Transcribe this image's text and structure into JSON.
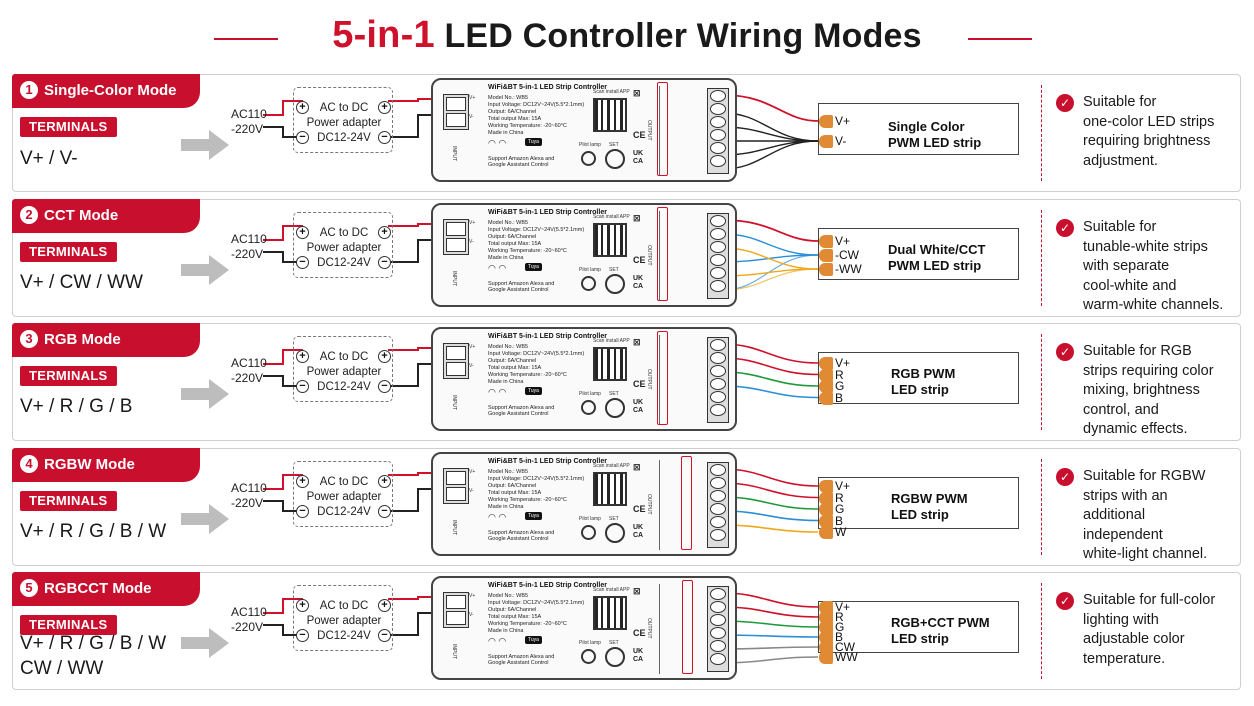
{
  "title": {
    "accent": "5-in-1",
    "rest": "LED Controller Wiring Modes"
  },
  "colors": {
    "brand_red": "#c8102e",
    "pin_orange": "#e08a33",
    "wire_red": "#d0112b",
    "wire_black": "#222222",
    "wire_green": "#1f9a3b",
    "wire_blue": "#2a8fd6",
    "wire_yellow": "#f0a81c",
    "wire_gray": "#888888"
  },
  "common": {
    "terminals_label": "TERMINALS",
    "ac_label_1": "AC110",
    "ac_label_2": "-220V",
    "adapter_line1": "AC to DC",
    "adapter_line2": "Power adapter",
    "adapter_line3": "DC12-24V",
    "plus": "+",
    "minus": "−",
    "ctrl_title": "WiFi&BT 5-in-1 LED Strip Controller",
    "ctrl_model": "Model No.: WB5",
    "ctrl_input": "Input Voltage: DC12V~24V(5.5*2.1mm)",
    "ctrl_output": "Output: 6A/Channel",
    "ctrl_total": "Total output Max: 15A",
    "ctrl_temp": "Working Temperature: -20~60°C",
    "ctrl_made": "Made in China",
    "ctrl_alexa": "Support Amazon Alexa and Google Assistant Control",
    "ctrl_scan": "Scan install APP",
    "ctrl_pilot": "Pilot lamp",
    "ctrl_set": "SET",
    "ctrl_tuya": "Tuya",
    "ctrl_input_label": "INPUT",
    "ctrl_output_label": "OUTPUT",
    "ctrl_ce": "CE",
    "ctrl_ukca": "UK CA",
    "ctrl_vplus": "V+",
    "ctrl_vminus": "V-",
    "check_icon": "check-circle-icon"
  },
  "modes": [
    {
      "number": "1",
      "name": "Single-Color Mode",
      "terminals": [
        "V+ /  V-"
      ],
      "pins": [
        "V+",
        "V-"
      ],
      "strip_name": [
        "Single Color",
        "PWM LED strip"
      ],
      "description": [
        "Suitable for",
        "one-color LED strips",
        "requiring brightness",
        "adjustment."
      ]
    },
    {
      "number": "2",
      "name": "CCT Mode",
      "terminals": [
        "V+ /  CW / WW"
      ],
      "pins": [
        "V+",
        "-CW",
        "-WW"
      ],
      "strip_name": [
        "Dual White/CCT",
        "PWM LED strip"
      ],
      "description": [
        "Suitable for",
        "tunable-white strips",
        "with separate",
        "cool-white and",
        "warm-white channels."
      ]
    },
    {
      "number": "3",
      "name": "RGB Mode",
      "terminals": [
        "V+ /  R / G / B"
      ],
      "pins": [
        "V+",
        "R",
        "G",
        "B"
      ],
      "strip_name": [
        "RGB PWM",
        "LED strip"
      ],
      "description": [
        "Suitable for RGB",
        "strips requiring color",
        "mixing, brightness",
        "control, and",
        "dynamic effects."
      ]
    },
    {
      "number": "4",
      "name": "RGBW Mode",
      "terminals": [
        "V+ /  R / G / B / W"
      ],
      "pins": [
        "V+",
        "R",
        "G",
        "B",
        "W"
      ],
      "strip_name": [
        "RGBW PWM",
        "LED strip"
      ],
      "description": [
        "Suitable for RGBW",
        "strips with an",
        "additional",
        "independent",
        "white-light channel."
      ]
    },
    {
      "number": "5",
      "name": "RGBCCT Mode",
      "terminals": [
        "V+ /  R / G / B / W",
        "CW / WW"
      ],
      "pins": [
        "V+",
        "R",
        "G",
        "B",
        "CW",
        "WW"
      ],
      "strip_name": [
        "RGB+CCT PWM",
        "LED strip"
      ],
      "description": [
        "Suitable for full-color",
        "lighting with",
        "adjustable color",
        "temperature."
      ]
    }
  ]
}
